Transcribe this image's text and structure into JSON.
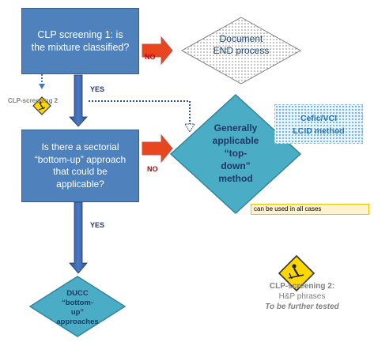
{
  "box_top": "CLP screening 1: is the mixture classified?",
  "box_middle": "Is there a sectorial “bottom-up” approach that could be applicable?",
  "label_no_top": "NO",
  "label_no_middle": "NO",
  "label_yes_top": "YES",
  "label_yes_bottom": "YES",
  "diamond_document": [
    "Document",
    "END process"
  ],
  "diamond_generally": [
    "Generally",
    "applicable",
    "“top-",
    "down”",
    "method"
  ],
  "diamond_ducc": [
    "DUCC",
    "“bottom-",
    "up”",
    "approaches"
  ],
  "clp2_small_label": "CLP-screening 2",
  "cefic": [
    "Cefic/VCI",
    "LCID method"
  ],
  "note_text": "can be used in all cases",
  "clp2_caption": {
    "title": "CLP-screening 2:",
    "line2": "H&P phrases",
    "line3": "To be further tested"
  },
  "colors": {
    "box_blue": "#4f81bd",
    "diamond_teal": "#4bacc6",
    "arrow_red": "#e8461c",
    "arrow_blue": "#2f5597",
    "warning_yellow": "#ffd700"
  }
}
